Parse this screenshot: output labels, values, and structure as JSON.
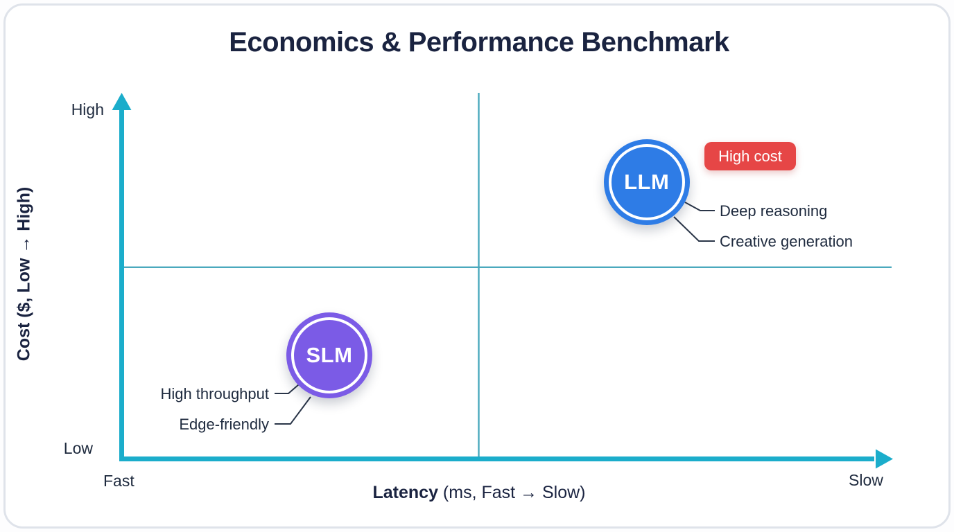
{
  "colors": {
    "axis": "#1badcb",
    "divider": "#4aa9bd",
    "connector": "#2a3548",
    "text": "#1e2a3e",
    "title": "#1a2340",
    "card_border": "#dfe3ea",
    "background": "#ffffff"
  },
  "chart_data": {
    "type": "scatter",
    "title": "Economics & Performance Benchmark",
    "xlabel": "Latency (ms, Fast → Slow)",
    "xlabel_bold": "Latency",
    "xlabel_rest": " (ms, Fast → Slow)",
    "ylabel": "Cost ($, Low → High)",
    "x_axis_endpoints": [
      "Fast",
      "Slow"
    ],
    "y_axis_endpoints": [
      "Low",
      "High"
    ],
    "axes_qualitative": true,
    "grid": false,
    "quadrant_divider": {
      "x_frac": 0.464,
      "y_frac": 0.528
    },
    "points": [
      {
        "id": "llm",
        "label": "LLM",
        "x_frac": 0.682,
        "y_frac": 0.762,
        "color": "#2e7ce6",
        "badge": "High cost",
        "badge_color": "#e64646",
        "annotations": [
          "Deep reasoning",
          "Creative generation"
        ]
      },
      {
        "id": "slm",
        "label": "SLM",
        "x_frac": 0.27,
        "y_frac": 0.286,
        "color": "#7b5be6",
        "annotations": [
          "High throughput",
          "Edge-friendly"
        ]
      }
    ]
  }
}
